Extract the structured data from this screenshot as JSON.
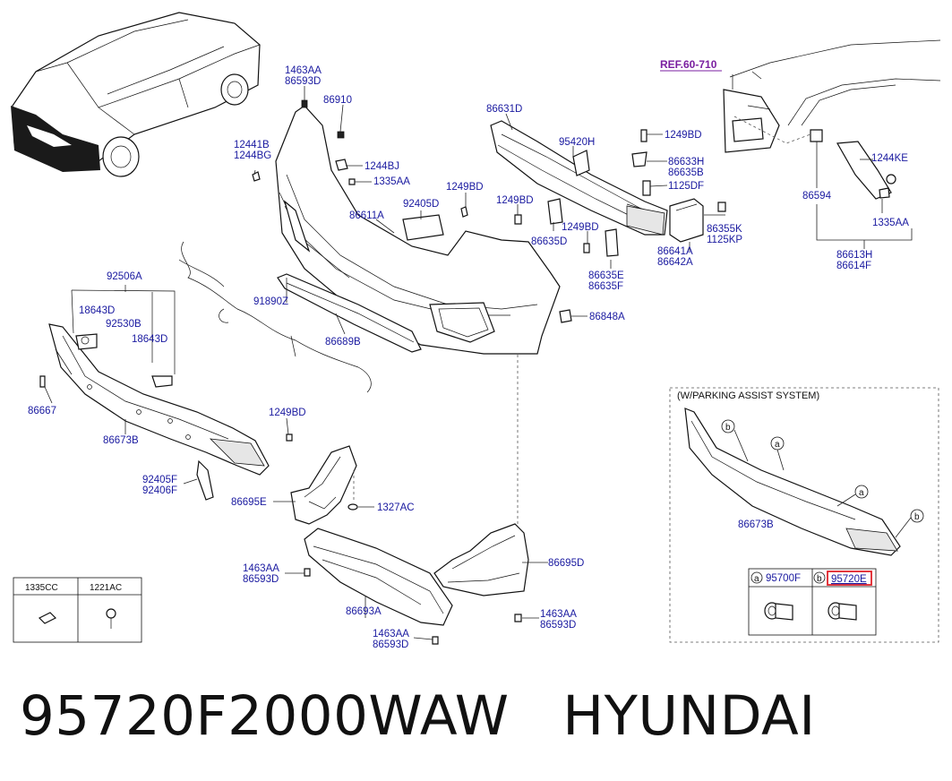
{
  "diagram": {
    "ref": "REF.60-710",
    "labels": {
      "l_1463AA_a": "1463AA",
      "l_86593D_a": "86593D",
      "l_86910": "86910",
      "l_12441B": "12441B",
      "l_1244BG": "1244BG",
      "l_1244BJ": "1244BJ",
      "l_1335AA_a": "1335AA",
      "l_86631D": "86631D",
      "l_95420H": "95420H",
      "l_1249BD_a": "1249BD",
      "l_86633H": "86633H",
      "l_86635B": "86635B",
      "l_1125DF": "1125DF",
      "l_1244KE": "1244KE",
      "l_86594": "86594",
      "l_1335AA_b": "1335AA",
      "l_86613H": "86613H",
      "l_86614F": "86614F",
      "l_92405D": "92405D",
      "l_1249BD_b": "1249BD",
      "l_86611A": "86611A",
      "l_1249BD_c": "1249BD",
      "l_1249BD_d": "1249BD",
      "l_86635D": "86635D",
      "l_86355K": "86355K",
      "l_1125KP": "1125KP",
      "l_86641A": "86641A",
      "l_86642A": "86642A",
      "l_86635E": "86635E",
      "l_86635F": "86635F",
      "l_86848A": "86848A",
      "l_92506A": "92506A",
      "l_18643D_a": "18643D",
      "l_92530B": "92530B",
      "l_18643D_b": "18643D",
      "l_91890Z": "91890Z",
      "l_86689B": "86689B",
      "l_86667": "86667",
      "l_86673B": "86673B",
      "l_1249BD_e": "1249BD",
      "l_92405F": "92405F",
      "l_92406F": "92406F",
      "l_86695E": "86695E",
      "l_1327AC": "1327AC",
      "l_1463AA_b": "1463AA",
      "l_86593D_b": "86593D",
      "l_86693A": "86693A",
      "l_86695D": "86695D",
      "l_1463AA_c": "1463AA",
      "l_86593D_c": "86593D",
      "l_1463AA_d": "1463AA",
      "l_86593D_d": "86593D"
    },
    "parking": {
      "title": "(W/PARKING ASSIST SYSTEM)",
      "label_86673B": "86673B",
      "callout_a": "a",
      "callout_b": "b",
      "sensor_a": "95700F",
      "sensor_b": "95720E"
    },
    "fasteners": {
      "col1": "1335CC",
      "col2": "1221AC"
    }
  },
  "caption": {
    "part_number": "95720F2000WAW",
    "brand": "HYUNDAI"
  },
  "colors": {
    "label_text": "#1a1aa0",
    "ref_text": "#7a1fa0",
    "highlight": "#e0222a"
  }
}
